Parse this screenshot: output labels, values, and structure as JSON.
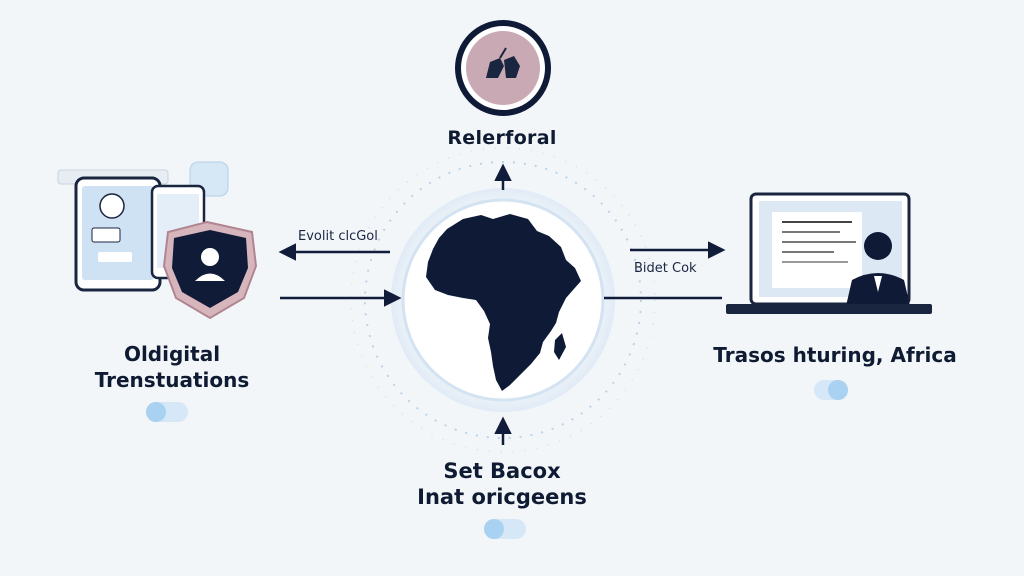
{
  "labels": {
    "top": "Relerforal",
    "left_line1": "Oldigital",
    "left_line2": "Trenstuations",
    "right": "Trasos hturing, Africa",
    "bottom_line1": "Set Bacox",
    "bottom_line2": "Inat oricgeens"
  },
  "arrow_labels": {
    "left": "Evolit clcGol",
    "right": "Bidet Cok"
  },
  "icons": {
    "center": "africa-map-icon",
    "top": "hands-icon",
    "left": "devices-shield-icon",
    "right": "laptop-person-icon"
  },
  "colors": {
    "navy": "#111c3a",
    "background": "#f3f6f9",
    "accent_light_blue": "#a9d1f2",
    "shield_pink": "#c9a4ad"
  }
}
